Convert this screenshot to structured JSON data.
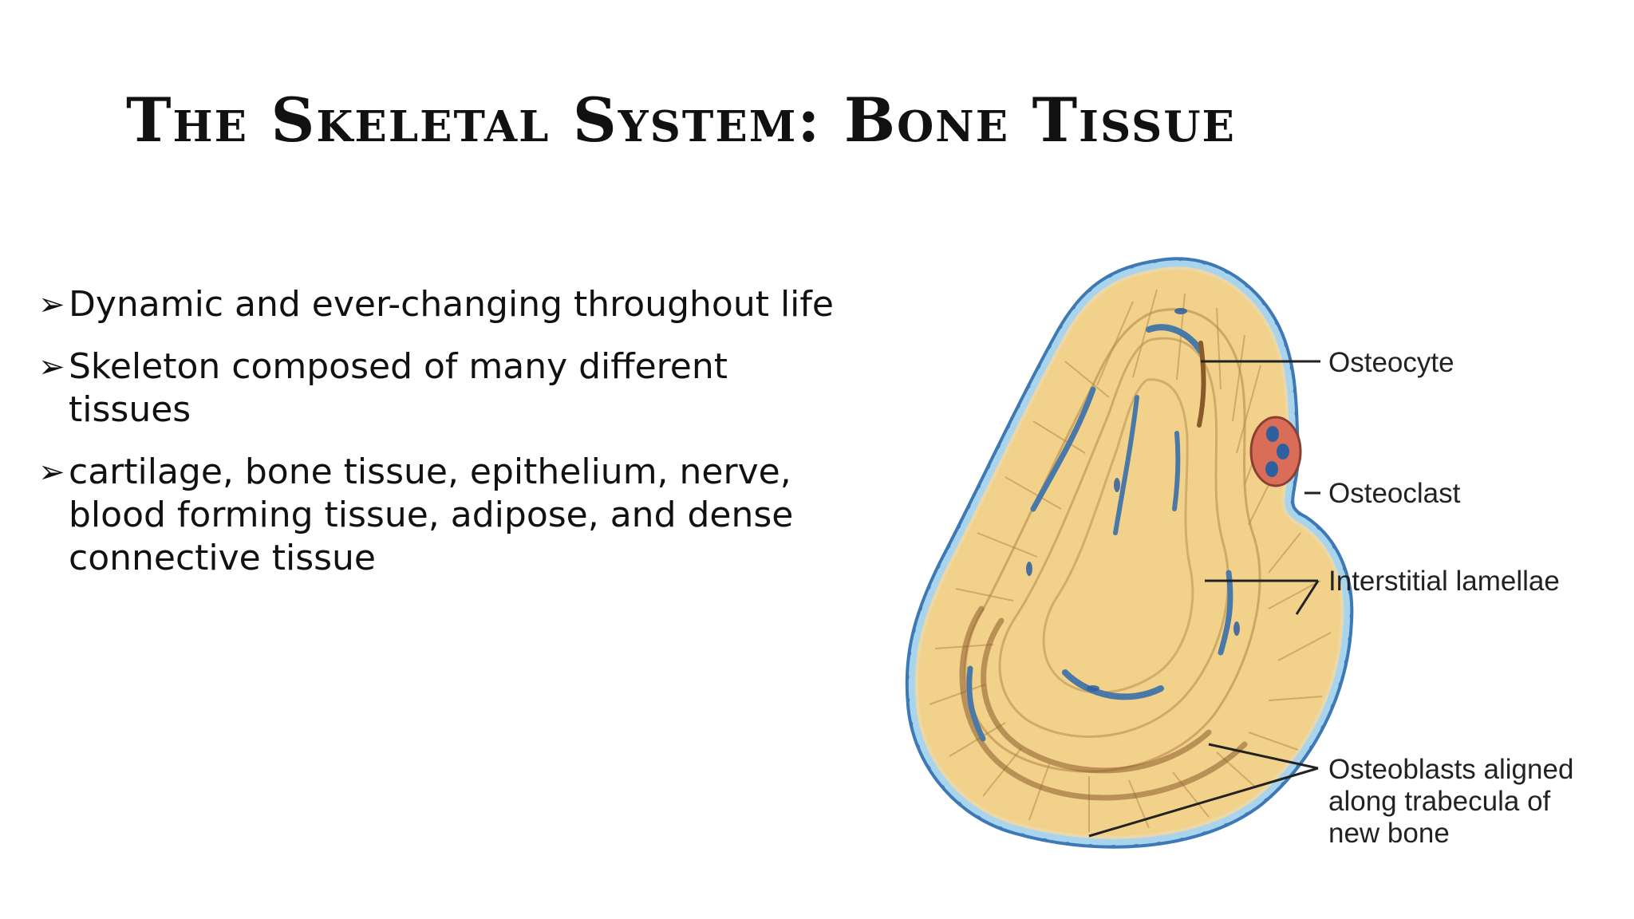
{
  "slide": {
    "title": "The Skeletal System: Bone Tissue",
    "bullets": [
      "Dynamic and ever-changing throughout life",
      "Skeleton composed of many different tissues",
      "cartilage, bone tissue, epithelium, nerve, blood forming tissue, adipose, and dense connective tissue"
    ],
    "bullet_icon": "right-arrowhead-icon"
  },
  "diagram": {
    "labels": {
      "osteocyte": "Osteocyte",
      "osteoclast": "Osteoclast",
      "interstitial_lamellae": "Interstitial lamellae",
      "osteoblasts_line1": "Osteoblasts aligned",
      "osteoblasts_line2": "along trabecula of",
      "osteoblasts_line3": "new bone"
    },
    "colors": {
      "bone_fill": "#f2d28b",
      "bone_lines": "#b48a4a",
      "lacunae": "#4a79a8",
      "cell_fill": "#a8d4ee",
      "cell_stroke": "#3d79b4",
      "osteoclast_fill": "#d96d58",
      "osteoclast_nucleus": "#2f5f9e",
      "leader_line": "#222222"
    }
  }
}
